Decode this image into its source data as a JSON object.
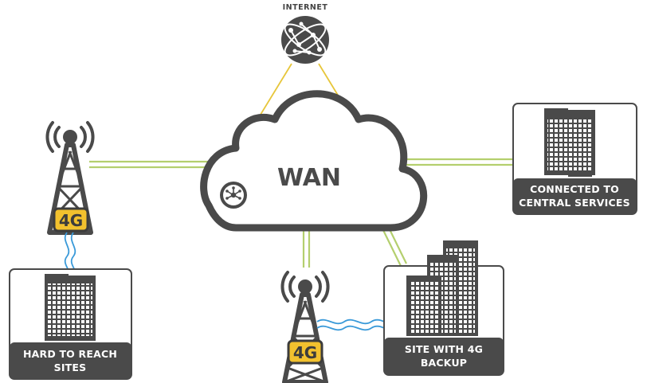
{
  "diagram": {
    "internet_label": "INTERNET",
    "wan_label": "WAN",
    "tower_badge": "4G",
    "sites": {
      "central": [
        "CONNECTED TO",
        "CENTRAL SERVICES"
      ],
      "hard_to_reach": [
        "HARD TO REACH",
        "SITES"
      ],
      "backup": [
        "SITE WITH 4G",
        "BACKUP"
      ]
    },
    "colors": {
      "dark": "#4a4a4a",
      "yellow_link": "#e7c63a",
      "green_link": "#b4cf6e",
      "wave": "#3a9ad9",
      "badge": "#f2c12e"
    }
  }
}
